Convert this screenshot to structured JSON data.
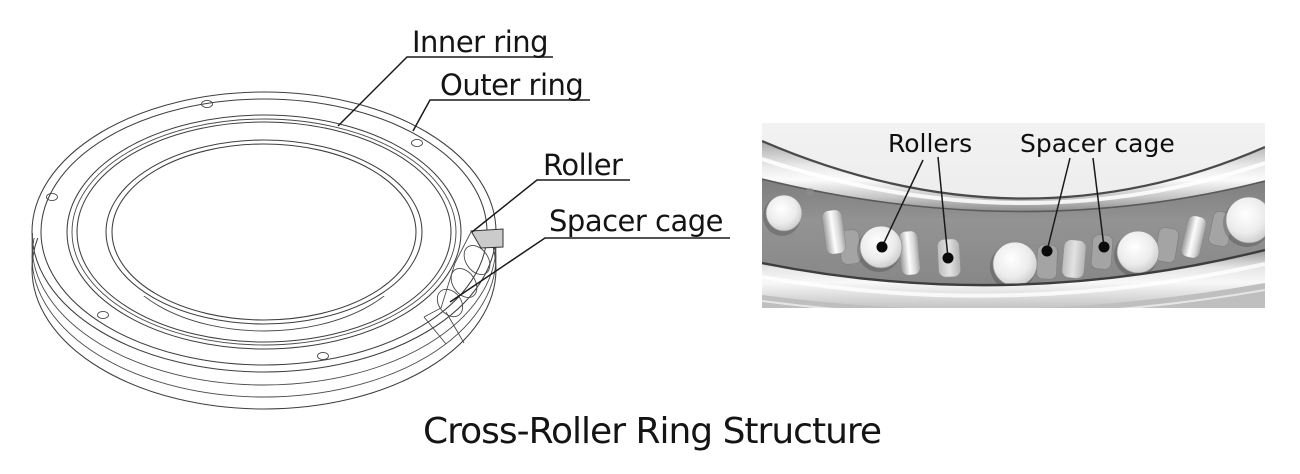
{
  "title": "Cross-Roller Ring Structure",
  "line_drawing": {
    "labels": {
      "inner_ring": "Inner ring",
      "outer_ring": "Outer ring",
      "roller": "Roller",
      "spacer_cage": "Spacer cage"
    }
  },
  "photo": {
    "labels": {
      "rollers": "Rollers",
      "spacer_cage": "Spacer cage"
    }
  },
  "colors": {
    "background": "#ffffff",
    "wireframe_line": "#3f3f3f",
    "leader_line": "#1a1a1a",
    "text": "#141414",
    "roller_section_fill": "#cbcbcb",
    "photo_raceway": "#8e8e8e",
    "photo_metal_highlight": "#ffffff"
  }
}
